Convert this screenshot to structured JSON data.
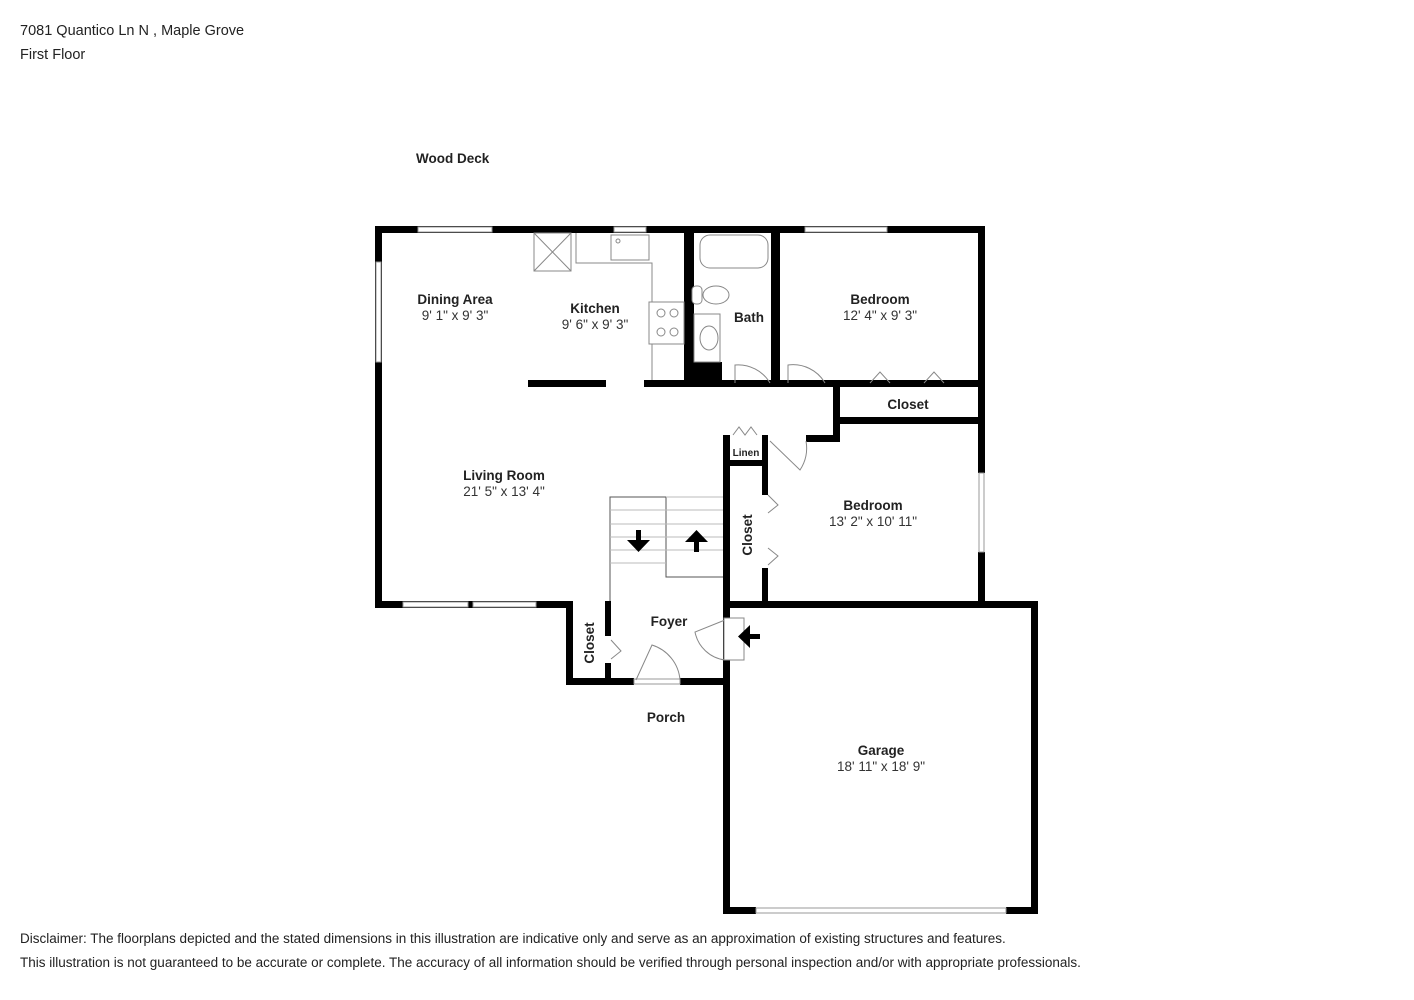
{
  "header": {
    "address": "7081 Quantico Ln N , Maple Grove",
    "floor": "First Floor"
  },
  "labels": {
    "wood_deck": "Wood Deck",
    "porch": "Porch"
  },
  "rooms": {
    "dining": {
      "name": "Dining Area",
      "dims": "9' 1\" x 9' 3\""
    },
    "kitchen": {
      "name": "Kitchen",
      "dims": "9' 6\" x 9' 3\""
    },
    "bath": {
      "name": "Bath"
    },
    "bedroom1": {
      "name": "Bedroom",
      "dims": "12' 4\" x 9' 3\""
    },
    "closet_bed1": {
      "name": "Closet"
    },
    "linen": {
      "name": "Linen"
    },
    "living": {
      "name": "Living Room",
      "dims": "21' 5\" x 13' 4\""
    },
    "bedroom2": {
      "name": "Bedroom",
      "dims": "13' 2\" x 10' 11\""
    },
    "closet_bed2": {
      "name": "Closet"
    },
    "foyer": {
      "name": "Foyer"
    },
    "closet_foyer": {
      "name": "Closet"
    },
    "garage": {
      "name": "Garage",
      "dims": "18' 11\" x 18' 9\""
    }
  },
  "disclaimer": {
    "line1": "Disclaimer: The floorplans depicted and the stated dimensions in this illustration are indicative only and serve as an approximation of existing structures and features.",
    "line2": "This illustration is not guaranteed to be accurate or complete. The accuracy of all information should be verified through personal inspection and/or with appropriate professionals."
  }
}
